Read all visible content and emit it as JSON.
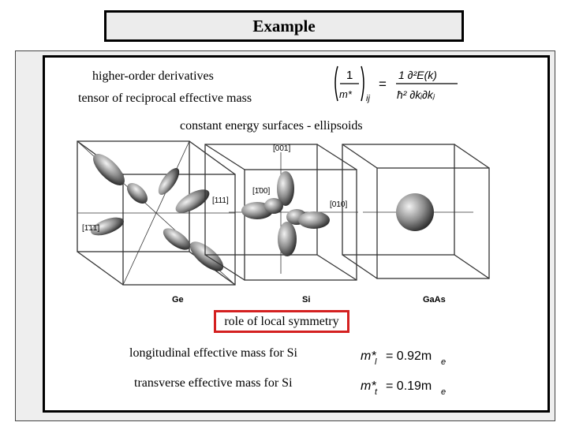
{
  "slide": {
    "title": "Example",
    "line_higher_order": "higher-order derivatives",
    "line_tensor": "tensor of reciprocal effective mass",
    "line_surfaces": "constant energy surfaces - ellipsoids",
    "symmetry_label": "role of local symmetry",
    "longitudinal_label": "longitudinal effective mass for Si",
    "transverse_label": "transverse effective mass for Si"
  },
  "formulas": {
    "tensor": {
      "numerator_left": "1",
      "denominator_left": "m*",
      "subscript": "ij",
      "equals": "=",
      "numerator_right": "1  ∂²E(k)",
      "denominator_right": "ħ²  ∂kᵢ∂kⱼ"
    },
    "longitudinal": {
      "lhs": "m*",
      "sub": "l",
      "rhs": "= 0.92m",
      "unit_sub": "e"
    },
    "transverse": {
      "lhs": "m*",
      "sub": "t",
      "rhs": "= 0.19m",
      "unit_sub": "e"
    }
  },
  "figure": {
    "caption_ge": "Ge",
    "caption_si": "Si",
    "caption_gaas": "GaAs",
    "label_111": "[111]",
    "label_111bar": "[1̄1̄1̄]",
    "label_001": "[001]",
    "label_100bar": "[1̄00]",
    "label_010": "[010]"
  }
}
